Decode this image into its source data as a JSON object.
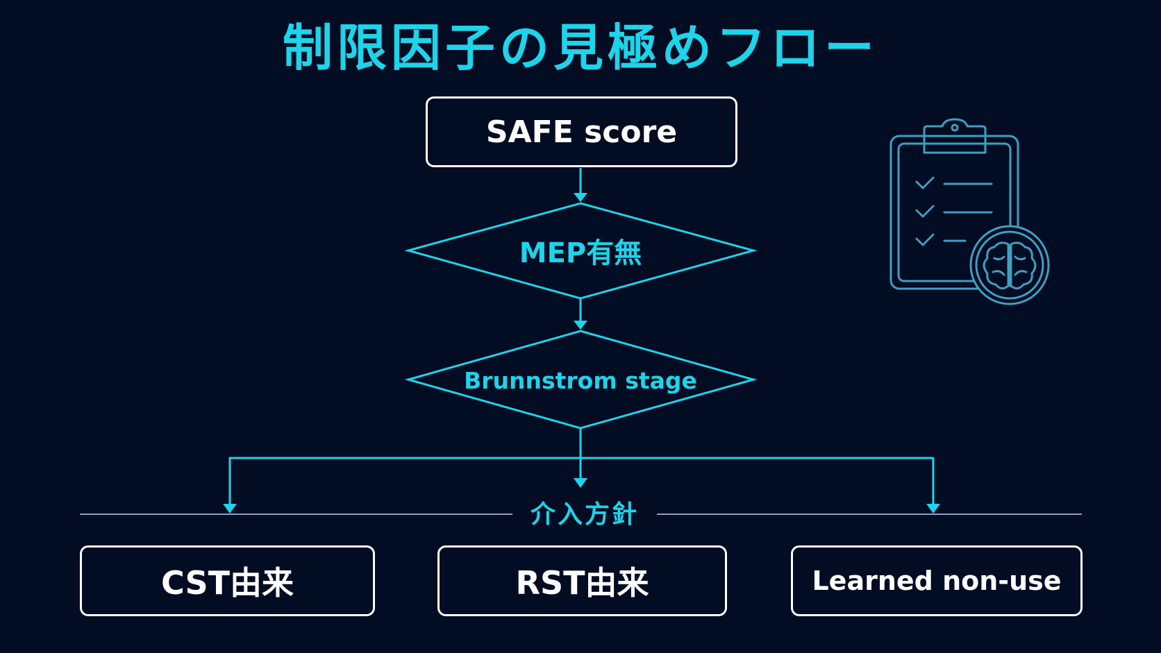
{
  "title": "制限因子の見極めフロー",
  "flow": {
    "start": "SAFE score",
    "decision1": "MEP有無",
    "decision2": "Brunnstrom stage",
    "section_label": "介入方針"
  },
  "outcomes": [
    {
      "label": "CST由来"
    },
    {
      "label": "RST由来"
    },
    {
      "label": "Learned non-use"
    }
  ],
  "icons": {
    "clipboard": "clipboard-checklist-icon",
    "brain": "brain-icon"
  },
  "colors": {
    "background": "#020c22",
    "accent": "#1ed4ea",
    "box_border": "#ffffff",
    "icon": "#3f9fc2",
    "divider": "#8aa2c4"
  }
}
